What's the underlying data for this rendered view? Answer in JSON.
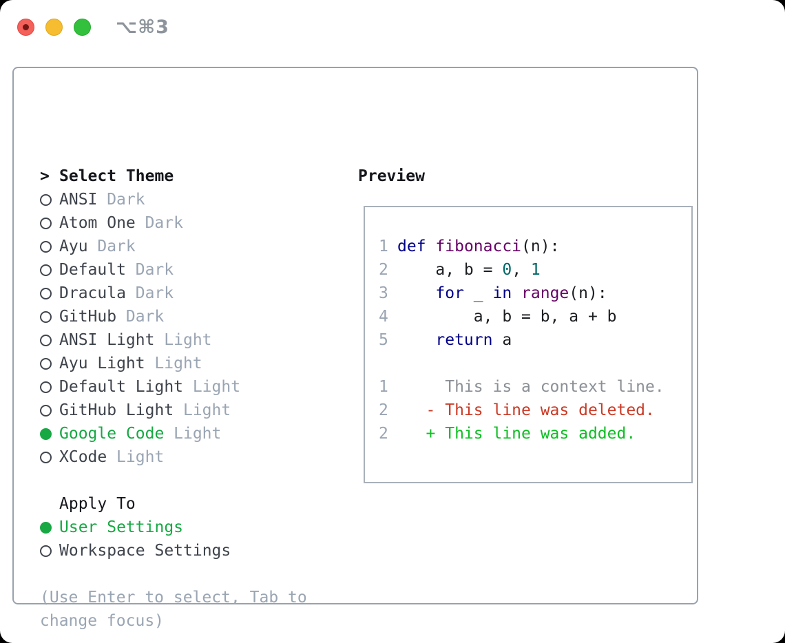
{
  "titlebar": {
    "shortcut": "⌥⌘3",
    "traffic_lights": [
      {
        "name": "close",
        "color": "#f4605a",
        "border": "#e14942",
        "dot_color": "#731712",
        "has_dot": true
      },
      {
        "name": "minimize",
        "color": "#f6bd30",
        "border": "#e0a621",
        "has_dot": false
      },
      {
        "name": "zoom",
        "color": "#33c13d",
        "border": "#24ab2f",
        "has_dot": false
      }
    ]
  },
  "panel": {
    "select_theme": {
      "prompt": ">",
      "title": "Select Theme",
      "themes": [
        {
          "name": "ANSI",
          "variant": "Dark",
          "selected": false
        },
        {
          "name": "Atom One",
          "variant": "Dark",
          "selected": false
        },
        {
          "name": "Ayu",
          "variant": "Dark",
          "selected": false
        },
        {
          "name": "Default",
          "variant": "Dark",
          "selected": false
        },
        {
          "name": "Dracula",
          "variant": "Dark",
          "selected": false
        },
        {
          "name": "GitHub",
          "variant": "Dark",
          "selected": false
        },
        {
          "name": "ANSI Light",
          "variant": "Light",
          "selected": false
        },
        {
          "name": "Ayu Light",
          "variant": "Light",
          "selected": false
        },
        {
          "name": "Default Light",
          "variant": "Light",
          "selected": false
        },
        {
          "name": "GitHub Light",
          "variant": "Light",
          "selected": false
        },
        {
          "name": "Google Code",
          "variant": "Light",
          "selected": true
        },
        {
          "name": "XCode",
          "variant": "Light",
          "selected": false
        }
      ]
    },
    "apply_to": {
      "title": "Apply To",
      "options": [
        {
          "label": "User Settings",
          "selected": true
        },
        {
          "label": "Workspace Settings",
          "selected": false
        }
      ]
    },
    "help_lines": [
      "(Use Enter to select, Tab to",
      "change focus)"
    ]
  },
  "preview": {
    "title": "Preview",
    "code_lines": [
      {
        "number": "1",
        "segments": [
          {
            "text": "def",
            "style": "keyword"
          },
          {
            "text": " ",
            "style": "plain"
          },
          {
            "text": "fibonacci",
            "style": "function"
          },
          {
            "text": "(n):",
            "style": "plain"
          }
        ]
      },
      {
        "number": "2",
        "segments": [
          {
            "text": "    a, b = ",
            "style": "plain"
          },
          {
            "text": "0",
            "style": "number"
          },
          {
            "text": ", ",
            "style": "plain"
          },
          {
            "text": "1",
            "style": "number"
          }
        ]
      },
      {
        "number": "3",
        "segments": [
          {
            "text": "    ",
            "style": "plain"
          },
          {
            "text": "for",
            "style": "keyword"
          },
          {
            "text": " _ ",
            "style": "plain"
          },
          {
            "text": "in",
            "style": "keyword"
          },
          {
            "text": " ",
            "style": "plain"
          },
          {
            "text": "range",
            "style": "function"
          },
          {
            "text": "(n):",
            "style": "plain"
          }
        ]
      },
      {
        "number": "4",
        "segments": [
          {
            "text": "        a, b = b, a + b",
            "style": "plain"
          }
        ]
      },
      {
        "number": "5",
        "segments": [
          {
            "text": "    ",
            "style": "plain"
          },
          {
            "text": "return",
            "style": "keyword"
          },
          {
            "text": " a",
            "style": "plain"
          }
        ]
      }
    ],
    "diff_lines": [
      {
        "number": "1",
        "text": "     This is a context line.",
        "type": "context"
      },
      {
        "number": "2",
        "text": "   - This line was deleted.",
        "type": "deleted"
      },
      {
        "number": "2",
        "text": "   + This line was added.",
        "type": "added"
      }
    ],
    "syntax_colors": {
      "keyword": "#000088",
      "function": "#660066",
      "number": "#006666",
      "plain": "#1c1e22"
    },
    "diff_colors": {
      "context": "#8b9096",
      "deleted": "#cb3a25",
      "added": "#0dbf23"
    },
    "line_number_color": "#9aa5b3"
  },
  "colors": {
    "selection_green": "#17a843",
    "item_text": "#3e434b",
    "muted_text": "#9aa5b3",
    "outer_border": "#98a2ae",
    "preview_border": "#a9b0ba"
  }
}
